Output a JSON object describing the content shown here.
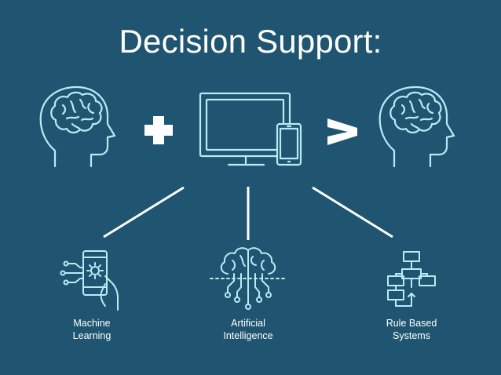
{
  "title": "Decision Support:",
  "equation": {
    "left": {
      "icon": "human-brain-head-icon"
    },
    "operator_plus": "+",
    "middle": {
      "icon": "computer-and-phone-icon"
    },
    "operator_greater": ">",
    "right": {
      "icon": "human-brain-head-icon"
    }
  },
  "branches": [
    {
      "icon": "mobile-gear-ai-icon",
      "label_line1": "Machine",
      "label_line2": "Learning"
    },
    {
      "icon": "brain-circuit-icon",
      "label_line1": "Artificial",
      "label_line2": "Intelligence"
    },
    {
      "icon": "flowchart-icon",
      "label_line1": "Rule Based",
      "label_line2": "Systems"
    }
  ],
  "colors": {
    "background": "#1f5570",
    "icon_stroke": "#b8ecf5",
    "text": "#ffffff"
  }
}
